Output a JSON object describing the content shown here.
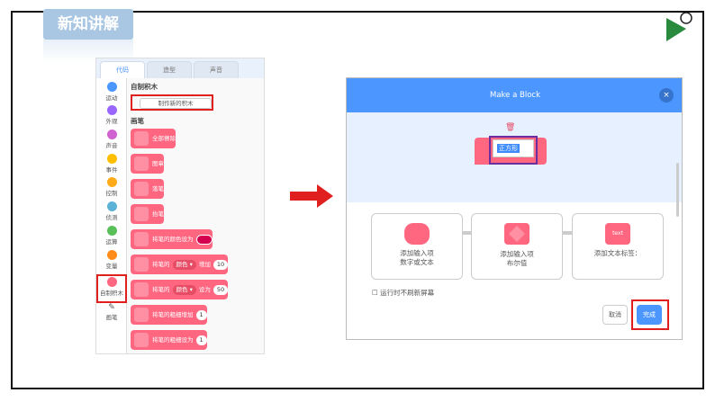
{
  "slide": {
    "title": "新知讲解"
  },
  "scratch": {
    "tabs": [
      "代码",
      "造型",
      "声音"
    ],
    "categories": [
      {
        "label": "运动",
        "color": "#4c97ff"
      },
      {
        "label": "外观",
        "color": "#9966ff"
      },
      {
        "label": "声音",
        "color": "#cf63cf"
      },
      {
        "label": "事件",
        "color": "#ffbf00"
      },
      {
        "label": "控制",
        "color": "#ffab19"
      },
      {
        "label": "侦测",
        "color": "#5cb1d6"
      },
      {
        "label": "运算",
        "color": "#59c059"
      },
      {
        "label": "变量",
        "color": "#ff8c1a"
      },
      {
        "label": "自制积木",
        "color": "#ff6680"
      },
      {
        "label": "画笔",
        "color": "#0fbd8c"
      }
    ],
    "my_blocks_title": "自制积木",
    "make_block_button": "制作新的积木",
    "pen_title": "画笔",
    "blocks": {
      "clear": "全部擦除",
      "stamp": "图章",
      "pen_down": "落笔",
      "pen_up": "抬笔",
      "set_color": "将笔的颜色设为",
      "change_by_prefix": "将笔的",
      "color_dd": "颜色",
      "change_suffix": "增加",
      "change_val": "10",
      "set_by_prefix": "将笔的",
      "set_suffix": "设为",
      "set_val": "50",
      "change_size": "将笔的粗细增加",
      "change_size_val": "1",
      "set_size": "将笔的粗细设为",
      "set_size_val": "1"
    }
  },
  "dialog": {
    "title": "Make a Block",
    "close": "×",
    "block_name": "正方形",
    "options": [
      {
        "label": "添加输入项",
        "sub": "数字或文本"
      },
      {
        "label": "添加输入项",
        "sub": "布尔值"
      },
      {
        "label": "添加文本标签：",
        "sub": "",
        "icon_text": "text"
      }
    ],
    "checkbox_label": "运行时不刷新屏幕",
    "cancel": "取消",
    "ok": "完成"
  }
}
